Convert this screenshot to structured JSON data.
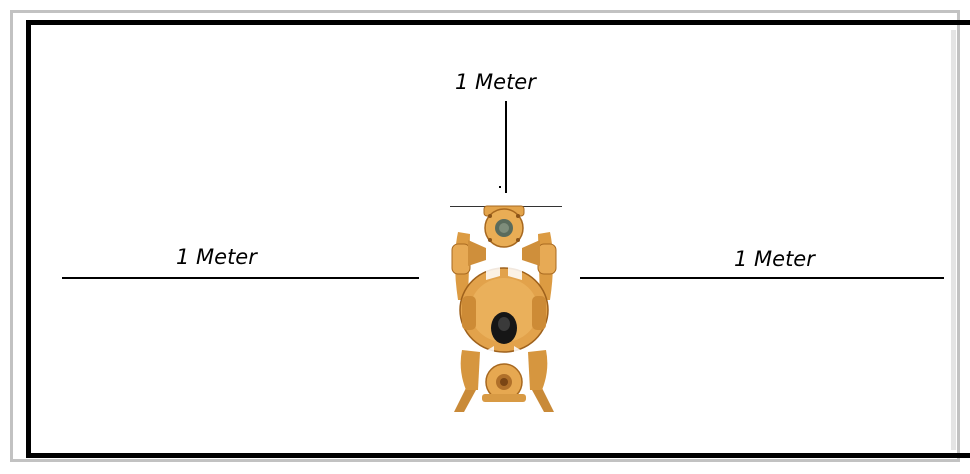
{
  "labels": {
    "top": "1 Meter",
    "left": "1 Meter",
    "right": "1 Meter"
  },
  "colors": {
    "pump_body": "#e0a046",
    "pump_shadow": "#b27225",
    "pump_highlight": "#f4c277",
    "frame_outer": "#c2c2c2",
    "frame_inner": "#000000"
  },
  "image": {
    "subject": "diaphragm-pump-icon"
  }
}
